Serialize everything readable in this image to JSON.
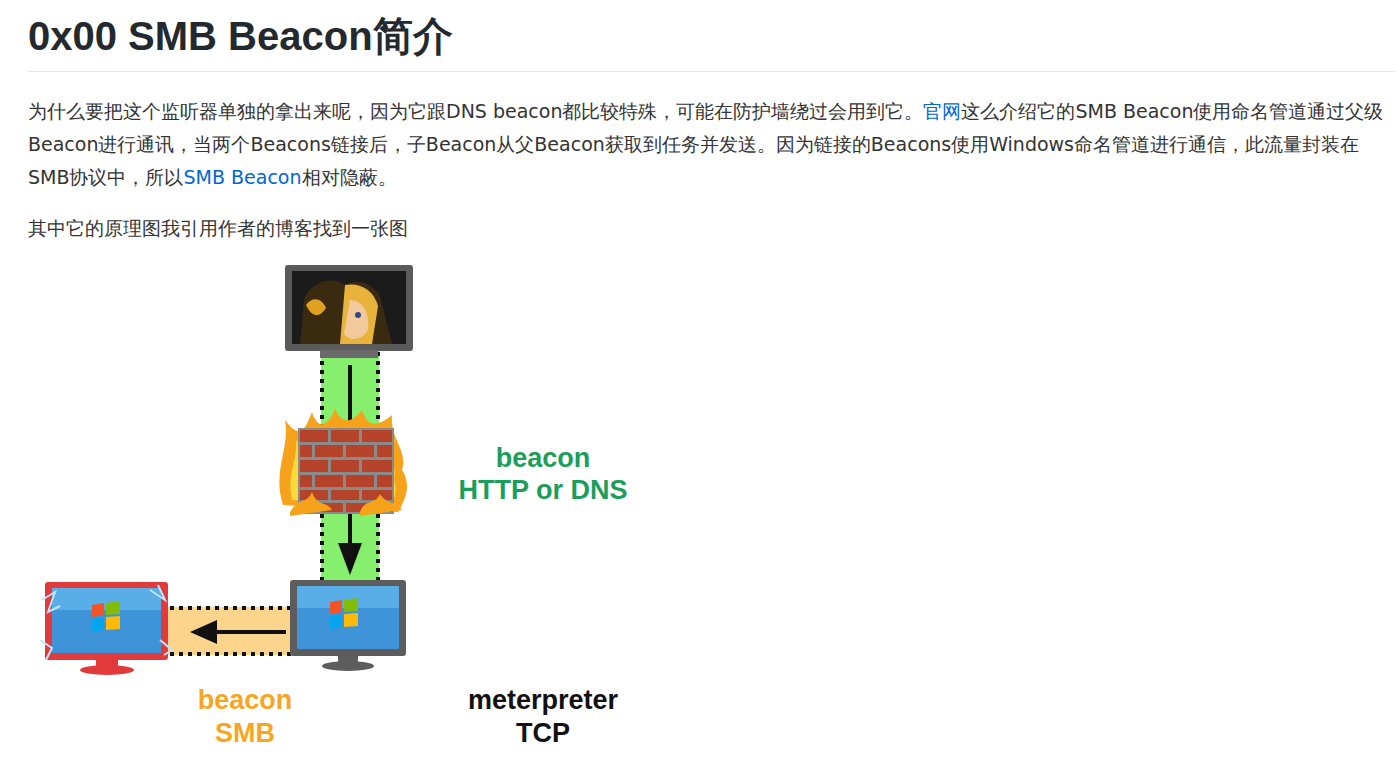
{
  "diagram": {
    "title": "0x00 SMB Beacon简介",
    "labels": [
      "为什么要把这个监听器单独的拿出来呢，因为它跟DNS beacon都比较特殊，可能在防护墙绕过会用到它。",
      "官网",
      "这么介绍它的SMB Beacon使用命名管道通过父级Beacon进行通讯，当两个Beacons链接后，子Beacon从父Beacon获取到任务并发送。因为链接的Beacons使用Windows命名管道进行通信，此流量封装在SMB协议中，所以",
      "SMB Beacon",
      "相对隐蔽。",
      "其中它的原理图我引用作者的博客找到一张图",
      "beacon",
      "HTTP or DNS",
      "beacon",
      "SMB",
      "meterpreter",
      "TCP"
    ]
  }
}
